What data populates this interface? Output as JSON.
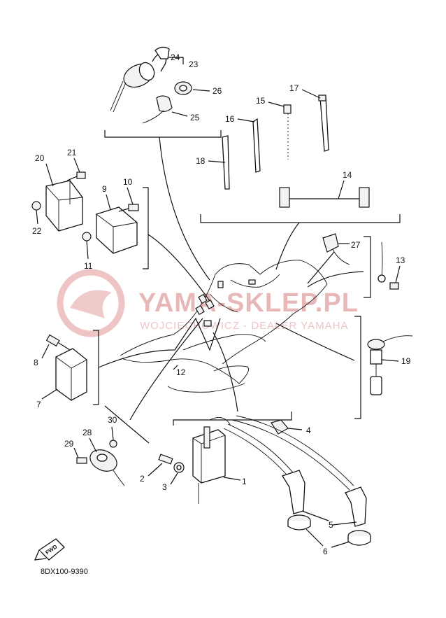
{
  "diagram": {
    "code": "8DX100-9390",
    "fwd_label": "FWD",
    "watermark": {
      "main": "YAMA-SKLEP.PL",
      "sub": "WOJCIECHOWICZ - DEALER YAMAHA"
    },
    "callouts": {
      "c1": "1",
      "c2": "2",
      "c3": "3",
      "c4": "4",
      "c5": "5",
      "c6": "6",
      "c7": "7",
      "c8": "8",
      "c9": "9",
      "c10": "10",
      "c11": "11",
      "c12": "12",
      "c13": "13",
      "c14": "14",
      "c15": "15",
      "c16": "16",
      "c17": "17",
      "c18": "18",
      "c19": "19",
      "c20": "20",
      "c21": "21",
      "c22": "22",
      "c23": "23",
      "c24": "24",
      "c25": "25",
      "c26": "26",
      "c27": "27",
      "c28": "28",
      "c29": "29",
      "c30": "30"
    }
  }
}
